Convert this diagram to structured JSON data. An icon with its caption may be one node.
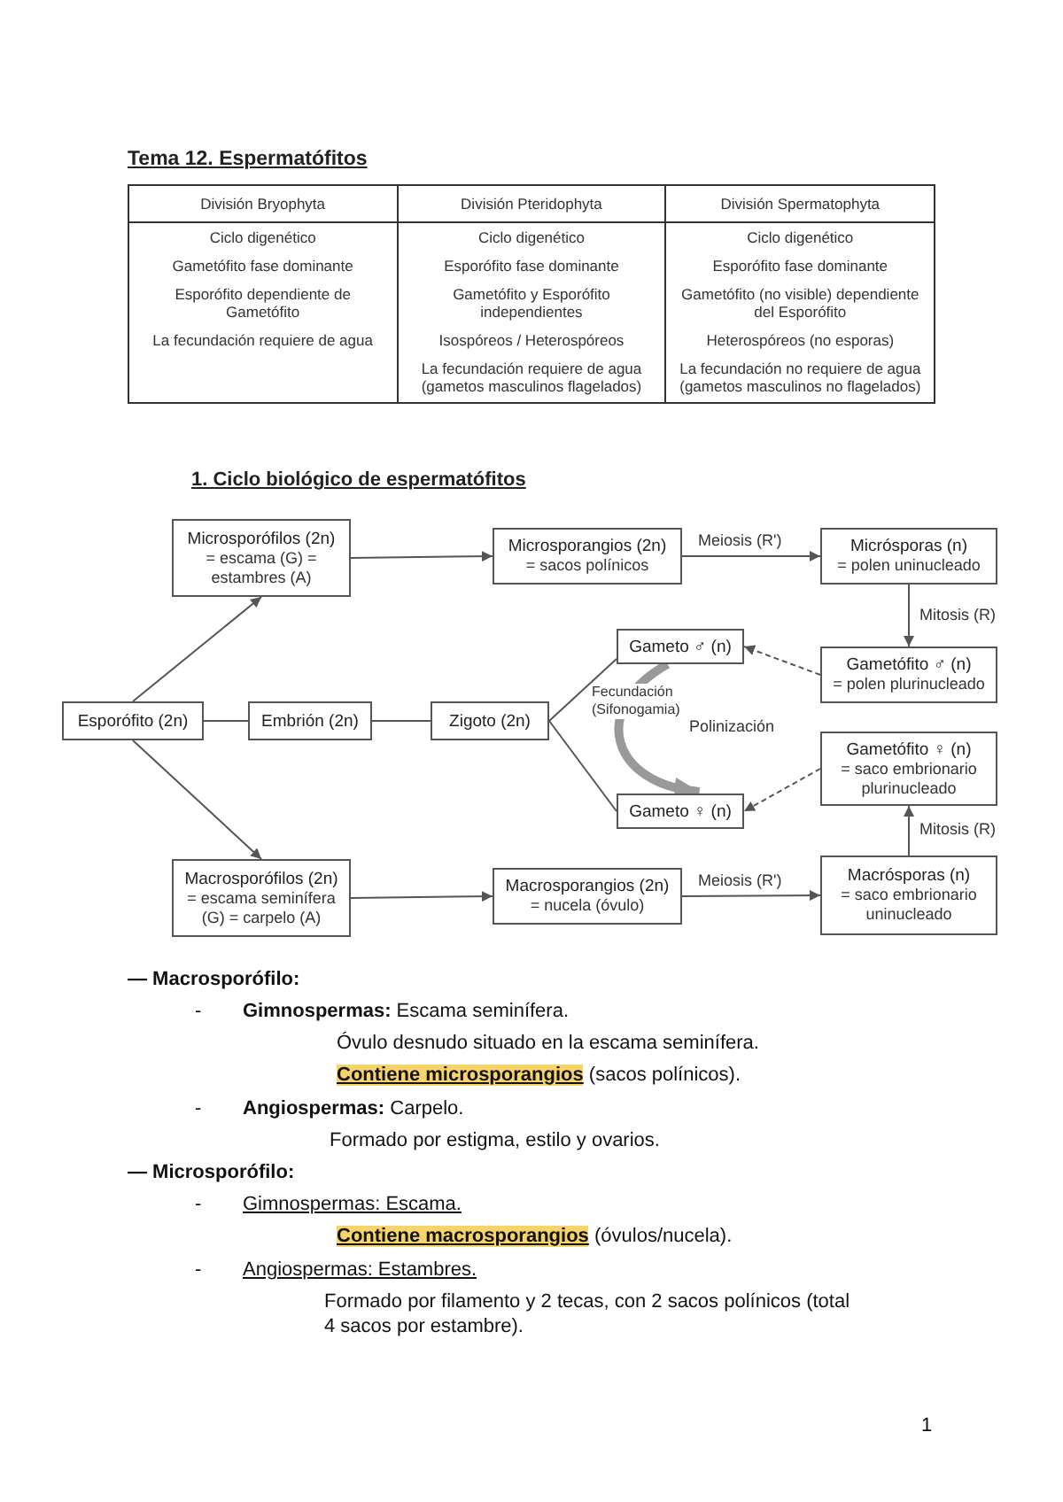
{
  "diagram": {
    "nodes": [
      {
        "text": [
          "Microsporófilos (2n)",
          "= escama (G) = estambres (A)"
        ]
      },
      {
        "text": [
          "Microsporangios (2n)",
          "= sacos polínicos"
        ]
      },
      {
        "text": [
          "Micrósporas (n)",
          "= polen uninucleado"
        ]
      },
      {
        "text": [
          "Esporófito (2n)"
        ]
      },
      {
        "text": [
          "Embrión (2n)"
        ]
      },
      {
        "text": [
          "Zigoto (2n)"
        ]
      },
      {
        "text": [
          "Gameto ♂ (n)"
        ]
      },
      {
        "text": [
          "Gameto ♀ (n)"
        ]
      },
      {
        "text": [
          "Gametófito ♂ (n)",
          "= polen plurinucleado"
        ]
      },
      {
        "text": [
          "Gametófito ♀ (n)",
          "= saco embrionario plurinucleado"
        ]
      },
      {
        "text": [
          "Macrosporófilos (2n)",
          "= escama seminífera (G) = carpelo (A)"
        ]
      },
      {
        "text": [
          "Macrosporangios (2n)",
          "= nucela (óvulo)"
        ]
      },
      {
        "text": [
          "Macrósporas (n)",
          "= saco embrionario uninucleado"
        ]
      }
    ],
    "edges": [
      {
        "from": 3,
        "to": 0,
        "arrow": "to"
      },
      {
        "from": 3,
        "to": 10,
        "arrow": "to"
      },
      {
        "from": 3,
        "to": 4,
        "arrow": "none"
      },
      {
        "from": 4,
        "to": 5,
        "arrow": "none"
      },
      {
        "from": 0,
        "to": 1,
        "arrow": "to"
      },
      {
        "from": 1,
        "to": 2,
        "arrow": "to",
        "label": "Meiosis (R')"
      },
      {
        "from": 2,
        "to": 8,
        "arrow": "to",
        "label": "Mitosis (R)"
      },
      {
        "from": 8,
        "to": 6,
        "arrow": "to",
        "style": "dashed"
      },
      {
        "from": 6,
        "to": 5,
        "arrow": "none"
      },
      {
        "from": 7,
        "to": 5,
        "arrow": "none"
      },
      {
        "from": 6,
        "to": 7,
        "arrow": "to",
        "style": "thick",
        "color": "#999999",
        "label": "Polinización"
      },
      {
        "from": 10,
        "to": 11,
        "arrow": "to"
      },
      {
        "from": 11,
        "to": 12,
        "arrow": "to",
        "label": "Meiosis (R')"
      },
      {
        "from": 12,
        "to": 9,
        "arrow": "to",
        "label": "Mitosis (R)"
      },
      {
        "from": 9,
        "to": 7,
        "arrow": "to",
        "style": "dashed"
      }
    ],
    "labels": [
      "Tema 12. Espermatófitos",
      "División Bryophyta",
      "División Pteridophyta",
      "División Spermatophyta",
      "Ciclo digenético",
      "Ciclo digenético",
      "Ciclo digenético",
      "Gametófito fase dominante",
      "Esporófito fase dominante",
      "Esporófito fase dominante",
      "Esporófito dependiente de Gametófito",
      "Gametófito y Esporófito independientes",
      "Gametófito (no visible) dependiente del Esporófito",
      "La fecundación requiere de agua",
      "Isospóreos / Heterospóreos",
      "Heterospóreos (no esporas)",
      "La fecundación requiere de agua (gametos masculinos flagelados)",
      "La fecundación no requiere de agua (gametos masculinos no flagelados)",
      "1. Ciclo biológico de espermatófitos",
      "Fecundación (Sifonogamia)",
      "— Macrosporófilo:",
      "-",
      "**Gimnospermas:** Escama seminífera.",
      "Óvulo desnudo situado en la escama seminífera.",
      "**Contiene microsporangios** (sacos polínicos).",
      "-",
      "**Angiospermas:** Carpelo.",
      "Formado por estigma, estilo y ovarios.",
      "— Microsporófilo:",
      "-",
      "Gimnospermas: Escama.",
      "**Contiene macrosporangios** (óvulos/nucela).",
      "-",
      "Angiospermas: Estambres.",
      "Formado por filamento y 2 tecas, con 2 sacos polínicos (total 4 sacos por estambre).",
      "1"
    ]
  }
}
